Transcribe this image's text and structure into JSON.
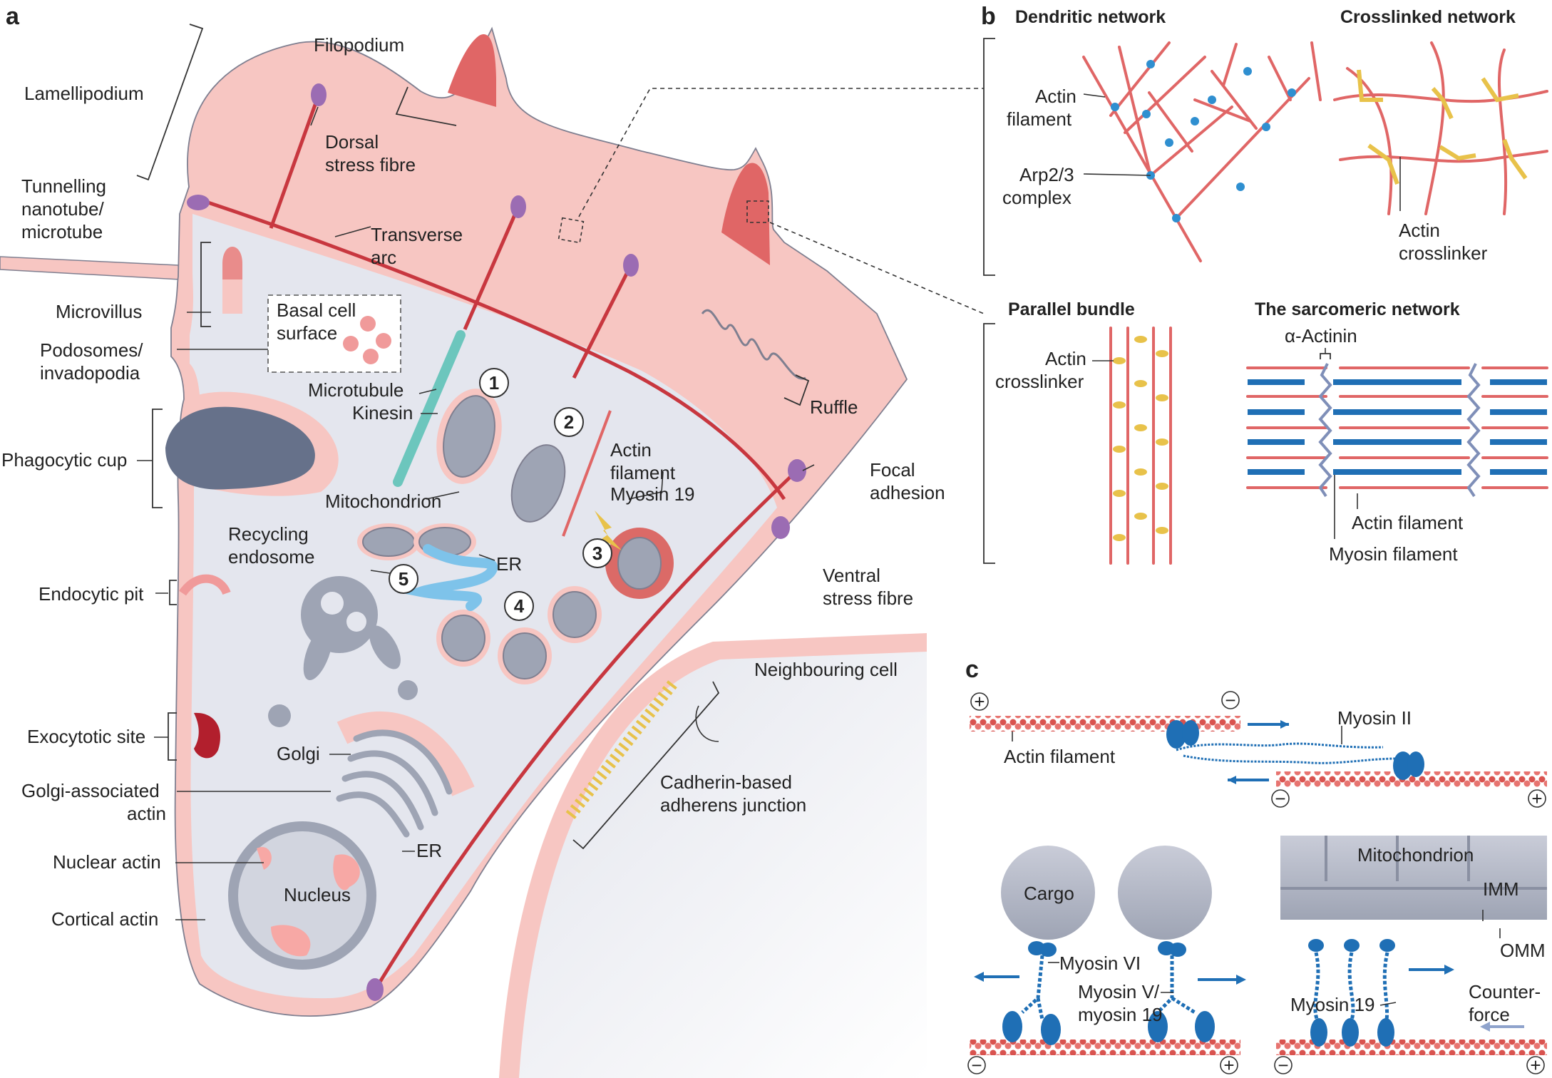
{
  "colors": {
    "cell_fill": "#f7c6c2",
    "cell_dark": "#e06666",
    "stress_fibre": "#c8373f",
    "cytoplasm": "#e4e6ee",
    "adhesion": "#9b6cb3",
    "myosin": "#1f6fb5",
    "crosslinker": "#e8c24a",
    "organelle": "#9ea4b4",
    "microtubule": "#6cc6bd"
  },
  "panel_a": {
    "letter": "a",
    "labels": {
      "filopodium": "Filopodium",
      "lamellipodium": "Lamellipodium",
      "dorsal_1": "Dorsal",
      "dorsal_2": "stress fibre",
      "tunnel_1": "Tunnelling",
      "tunnel_2": "nanotube/",
      "tunnel_3": "microtube",
      "transverse_1": "Transverse",
      "transverse_2": "arc",
      "microvillus": "Microvillus",
      "basal_1": "Basal cell",
      "basal_2": "surface",
      "podosomes_1": "Podosomes/",
      "podosomes_2": "invadopodia",
      "microtubule": "Microtubule",
      "kinesin": "Kinesin",
      "phagocytic": "Phagocytic cup",
      "mitochondrion": "Mitochondrion",
      "actin_1": "Actin",
      "actin_2": "filament",
      "myosin19": "Myosin 19",
      "ruffle": "Ruffle",
      "focal_1": "Focal",
      "focal_2": "adhesion",
      "recycling_1": "Recycling",
      "recycling_2": "endosome",
      "er": "ER",
      "endocytic": "Endocytic pit",
      "ventral_1": "Ventral",
      "ventral_2": "stress fibre",
      "neighbouring": "Neighbouring cell",
      "exocytotic": "Exocytotic site",
      "golgi": "Golgi",
      "golgi_actin_1": "Golgi-associated",
      "golgi_actin_2": "actin",
      "cadherin_1": "Cadherin-based",
      "cadherin_2": "adherens junction",
      "er2": "ER",
      "nuclear_actin": "Nuclear actin",
      "nucleus": "Nucleus",
      "cortical_actin": "Cortical actin"
    },
    "steps": [
      "1",
      "2",
      "3",
      "4",
      "5"
    ]
  },
  "panel_b": {
    "letter": "b",
    "dendritic_title": "Dendritic network",
    "crosslinked_title": "Crosslinked network",
    "parallel_title": "Parallel bundle",
    "sarcomeric_title": "The sarcomeric network",
    "actin_1": "Actin",
    "actin_2": "filament",
    "arp_1": "Arp2/3",
    "arp_2": "complex",
    "crosslinker_1": "Actin",
    "crosslinker_2": "crosslinker",
    "bundle_1": "Actin",
    "bundle_2": "crosslinker",
    "alpha_actinin": "α-Actinin",
    "sarc_actin": "Actin filament",
    "sarc_myosin": "Myosin filament"
  },
  "panel_c": {
    "letter": "c",
    "actin_filament": "Actin filament",
    "myosin2": "Myosin II",
    "cargo": "Cargo",
    "myosin6": "Myosin VI",
    "myosin5_1": "Myosin V/",
    "myosin5_2": "myosin 19",
    "mitochondrion": "Mitochondrion",
    "imm": "IMM",
    "omm": "OMM",
    "myosin19": "Myosin 19",
    "counter_1": "Counter-",
    "counter_2": "force",
    "plus": "+",
    "minus": "−"
  }
}
